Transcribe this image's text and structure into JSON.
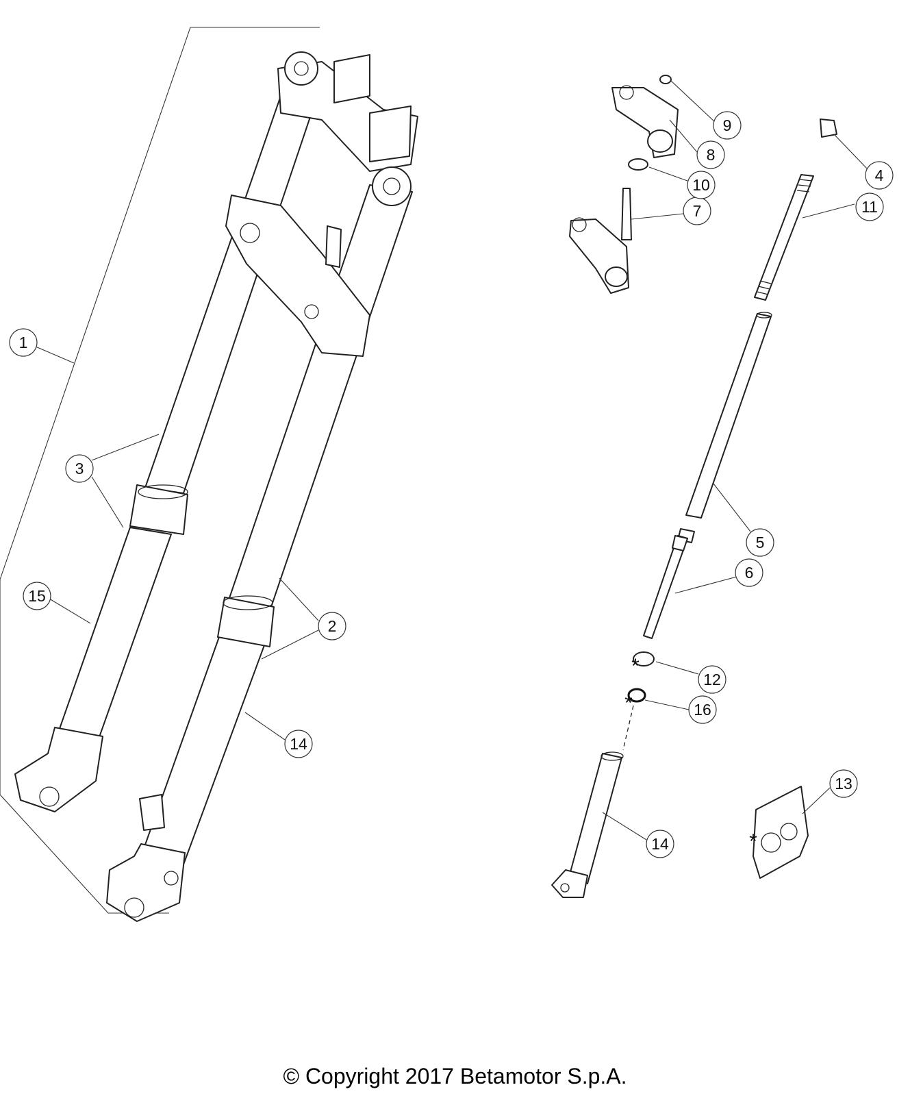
{
  "callouts": [
    {
      "id": "1",
      "label": "1"
    },
    {
      "id": "2",
      "label": "2"
    },
    {
      "id": "3",
      "label": "3"
    },
    {
      "id": "4",
      "label": "4"
    },
    {
      "id": "5",
      "label": "5"
    },
    {
      "id": "6",
      "label": "6"
    },
    {
      "id": "7",
      "label": "7"
    },
    {
      "id": "8",
      "label": "8"
    },
    {
      "id": "9",
      "label": "9"
    },
    {
      "id": "10",
      "label": "10"
    },
    {
      "id": "11",
      "label": "11"
    },
    {
      "id": "12",
      "label": "12"
    },
    {
      "id": "13",
      "label": "13"
    },
    {
      "id": "14a",
      "label": "14"
    },
    {
      "id": "14b",
      "label": "14"
    },
    {
      "id": "15",
      "label": "15"
    },
    {
      "id": "16",
      "label": "16"
    }
  ],
  "asterisks": [
    {
      "id": "12",
      "symbol": "*"
    },
    {
      "id": "16",
      "symbol": "*"
    },
    {
      "id": "13",
      "symbol": "*"
    }
  ],
  "copyright": "© Copyright 2017 Betamotor S.p.A."
}
